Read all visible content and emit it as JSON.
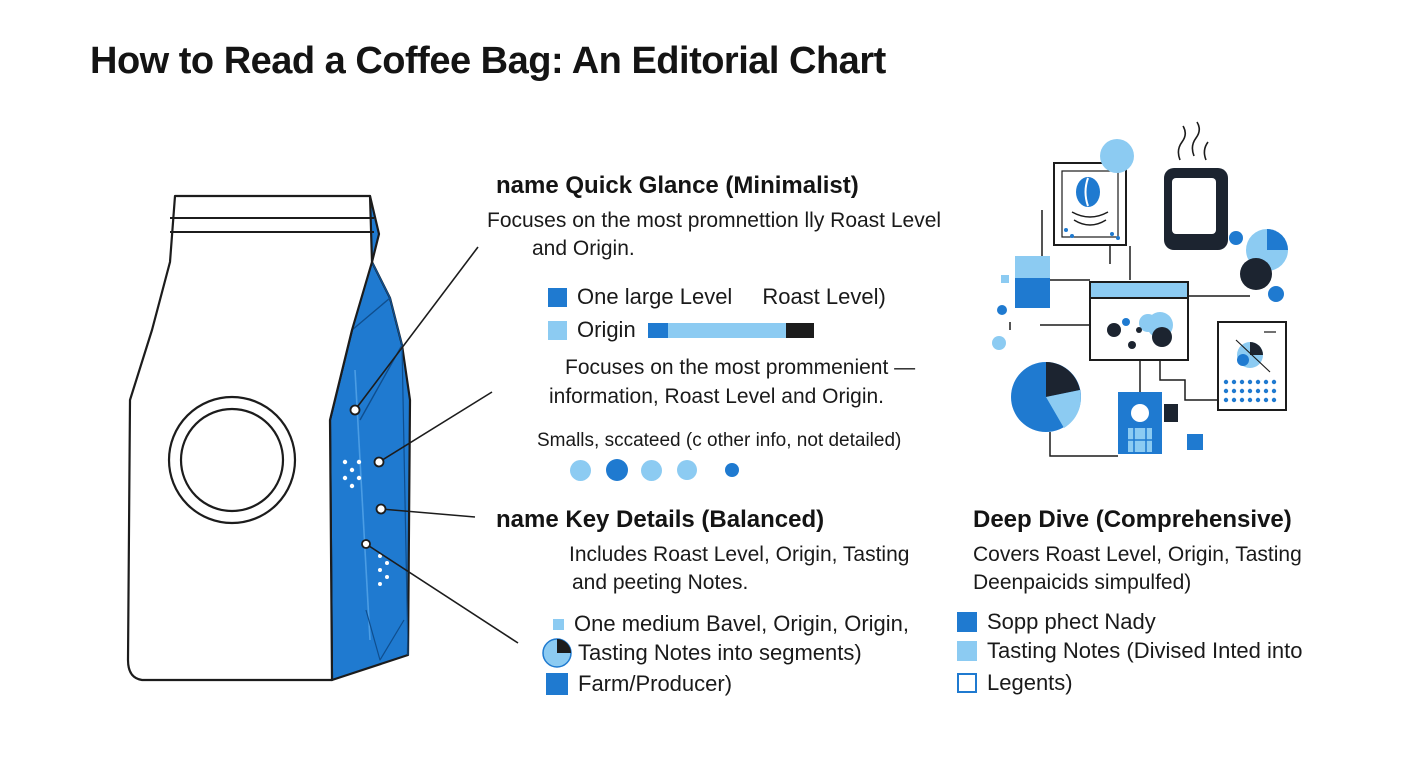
{
  "title": "How to Read a Coffee Bag: An Editorial Chart",
  "quick_glance": {
    "heading": "name Quick Glance (Minimalist)",
    "desc_line1": "Focuses on the most promnettion lly Roast Level",
    "desc_line2": "and Origin.",
    "legend_1a": "One large Level",
    "legend_1b": "Roast Level)",
    "legend_2": "Origin",
    "desc2_line1": "Focuses on the most prommenient —",
    "desc2_line2": "information, Roast Level and Origin.",
    "small_note": "Smalls, scсateed (c other info, not detailed)"
  },
  "key_details": {
    "heading": "name  Key Details (Balanced)",
    "desc_line1": "Includes Roast Level, Origin, Tasting",
    "desc_line2": "and peeting Notes.",
    "legend_1": "One medium Bavel, Origin, Origin,",
    "legend_2": "Tasting Notes into segments)",
    "legend_3": "Farm/Producer)"
  },
  "deep_dive": {
    "heading": "Deep Dive (Comprehensive)",
    "desc_line1": "Covers Roast Level, Origin, Tasting",
    "desc_line2": "Deenpaicids simpulfed)",
    "legend_1": "Sopp phect Nady",
    "legend_2": "Tasting Notes (Divised Inted into",
    "legend_3": "Legents)"
  },
  "colors": {
    "primary_blue": "#1f7ad0",
    "light_blue": "#8ccbf2",
    "dark_navy": "#1c2430",
    "ink": "#141414"
  },
  "icons": [
    "coffee-bag-icon",
    "coffee-bean-card-icon",
    "coffee-mug-icon",
    "pie-chart-icon",
    "network-diagram-icon"
  ]
}
